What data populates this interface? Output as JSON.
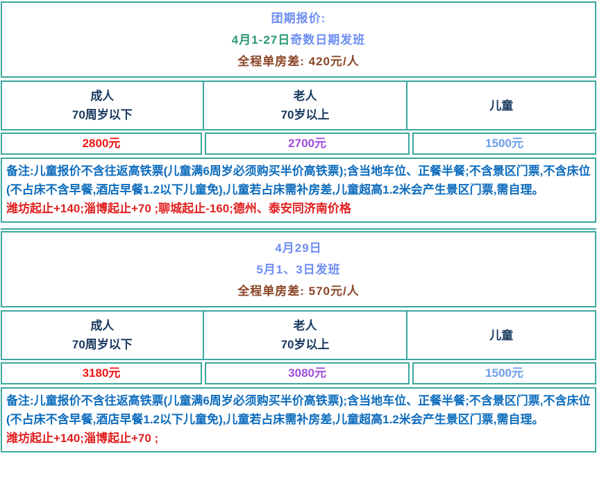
{
  "colors": {
    "border_teal": "#3aa79d",
    "heading_blue": "#6d8ef2",
    "heading_green": "#2b9878",
    "heading_brown": "#8b4526",
    "table_header_navy": "#17375e",
    "notes_blue": "#0d6cbd",
    "surcharge_red": "#e02020",
    "price_adult_red": "#ee1515",
    "price_senior_purple": "#a04ddb",
    "price_child_blue": "#6d9eeb"
  },
  "sections": [
    {
      "header": {
        "line1": "团期报价:",
        "line2_green": "4月1-27日",
        "line2_blue": "奇数日期发班",
        "line3": "全程单房差: 420元/人"
      },
      "table": {
        "columns": [
          {
            "title": "成人",
            "subtitle": "70周岁以下"
          },
          {
            "title": "老人",
            "subtitle": "70岁以上"
          },
          {
            "title": "儿童",
            "subtitle": ""
          }
        ],
        "prices": [
          "2800元",
          "2700元",
          "1500元"
        ]
      },
      "notes": "备注:儿童报价不含往返高铁票(儿童满6周岁必须购买半价高铁票);含当地车位、正餐半餐;不含景区门票,不含床位(不占床不含早餐,酒店早餐1.2以下儿童免),儿童若占床需补房差,儿童超高1.2米会产生景区门票,需自理。",
      "surcharge": "潍坊起止+140;淄博起止+70 ;聊城起止-160;德州、泰安同济南价格"
    },
    {
      "header": {
        "line1": "4月29日",
        "line2_green": "",
        "line2_blue": "5月1、3日发班",
        "line3": "全程单房差: 570元/人"
      },
      "table": {
        "columns": [
          {
            "title": "成人",
            "subtitle": "70周岁以下"
          },
          {
            "title": "老人",
            "subtitle": "70岁以上"
          },
          {
            "title": "儿童",
            "subtitle": ""
          }
        ],
        "prices": [
          "3180元",
          "3080元",
          "1500元"
        ]
      },
      "notes": "备注:儿童报价不含往返高铁票(儿童满6周岁必须购买半价高铁票);含当地车位、正餐半餐;不含景区门票,不含床位(不占床不含早餐,酒店早餐1.2以下儿童免),儿童若占床需补房差,儿童超高1.2米会产生景区门票,需自理。",
      "surcharge": "潍坊起止+140;淄博起止+70 ;"
    }
  ]
}
